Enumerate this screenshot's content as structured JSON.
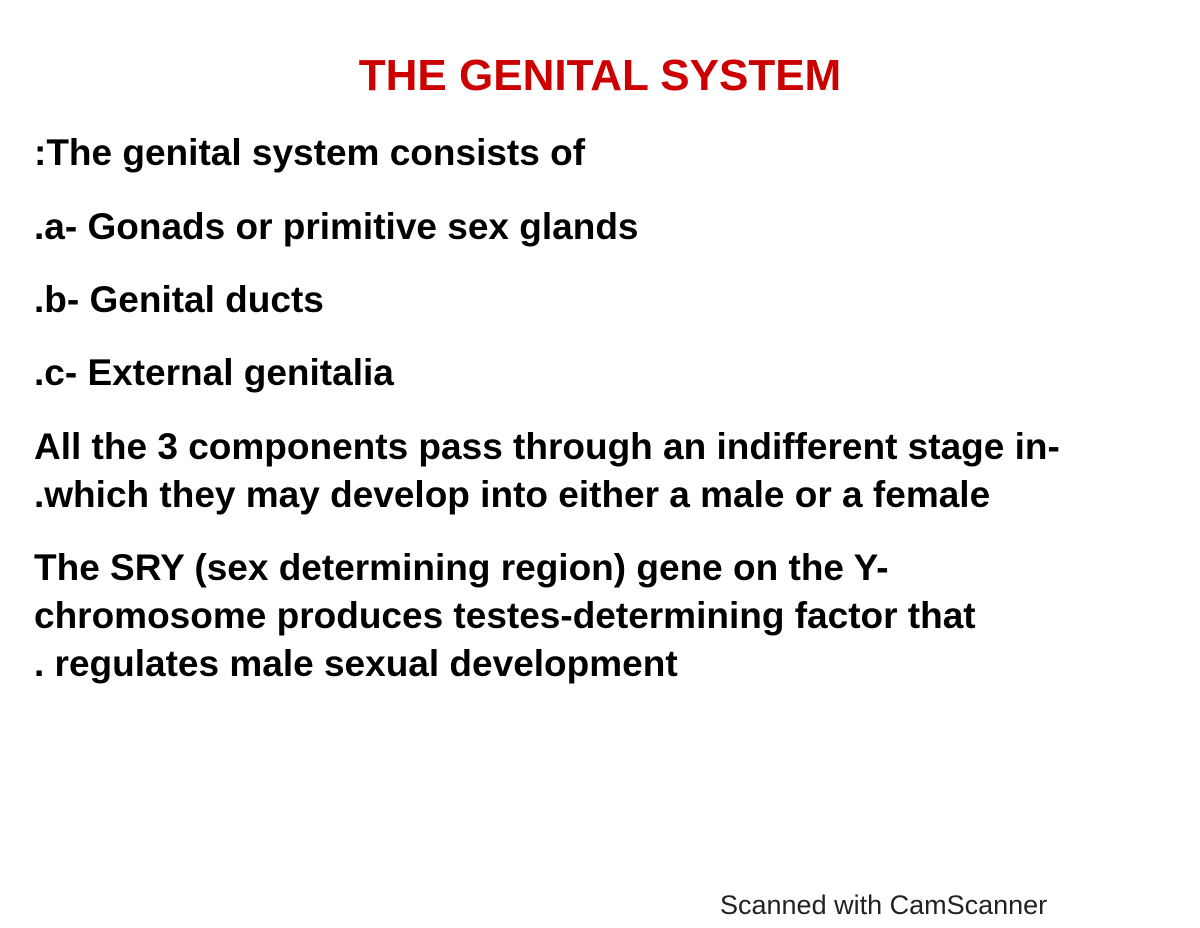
{
  "document": {
    "title": "THE GENITAL SYSTEM",
    "title_color": "#cc0000",
    "lines": [
      ":The genital system consists of",
      ".a- Gonads or primitive sex glands",
      ".b- Genital ducts",
      ".c- External genitalia",
      "All the 3 components pass through an indifferent stage in-",
      ".which they may develop into either a male or a female",
      "The SRY (sex determining region) gene on the Y-",
      "chromosome produces testes-determining factor that",
      ".  regulates male sexual development"
    ]
  },
  "watermark": {
    "text": "Scanned with CamScanner"
  }
}
